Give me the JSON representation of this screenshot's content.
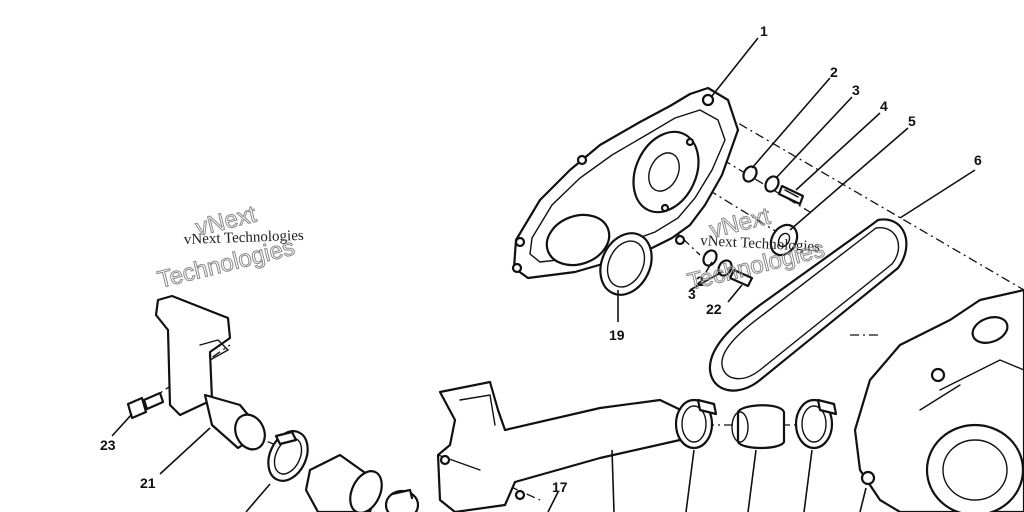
{
  "diagram": {
    "callouts": [
      {
        "id": "1",
        "text": "1"
      },
      {
        "id": "2a",
        "text": "2"
      },
      {
        "id": "3a",
        "text": "3"
      },
      {
        "id": "4",
        "text": "4"
      },
      {
        "id": "5",
        "text": "5"
      },
      {
        "id": "6",
        "text": "6"
      },
      {
        "id": "2b",
        "text": "2"
      },
      {
        "id": "3b",
        "text": "3"
      },
      {
        "id": "22",
        "text": "22"
      },
      {
        "id": "19",
        "text": "19"
      },
      {
        "id": "23",
        "text": "23"
      },
      {
        "id": "21",
        "text": "21"
      },
      {
        "id": "17",
        "text": "17"
      }
    ],
    "watermarks": [
      {
        "text": "vNext Technologies"
      },
      {
        "text": "vNext Technologies"
      },
      {
        "text": "vNext"
      },
      {
        "text": "Technologies"
      },
      {
        "text": "vNext"
      },
      {
        "text": "Technologies"
      }
    ]
  }
}
